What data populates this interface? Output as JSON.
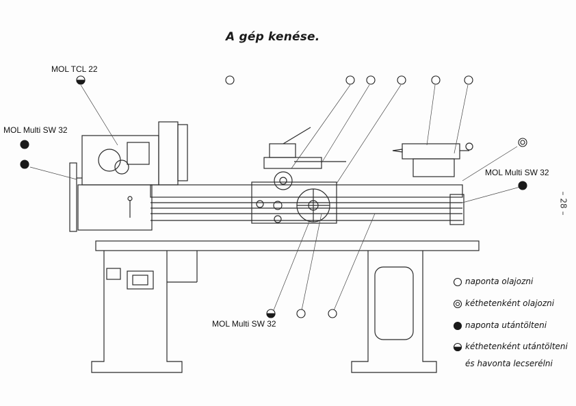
{
  "title": "A gép kenése.",
  "labels": {
    "tcl22": "MOL TCL 22",
    "multi_left": "MOL Multi SW 32",
    "multi_right": "MOL Multi SW 32",
    "multi_bottom": "MOL Multi SW 32"
  },
  "legend": {
    "daily_oil": "naponta olajozni",
    "biweekly_oil": "kéthetenként olajozni",
    "daily_refill": "naponta utántölteni",
    "biweekly_refill_1": "kéthetenként utántölteni",
    "biweekly_refill_2": "és havonta lecserélni"
  },
  "page_number": "– 28 –",
  "colors": {
    "ink": "#1a1a1a",
    "paper": "#fdfdfd"
  }
}
